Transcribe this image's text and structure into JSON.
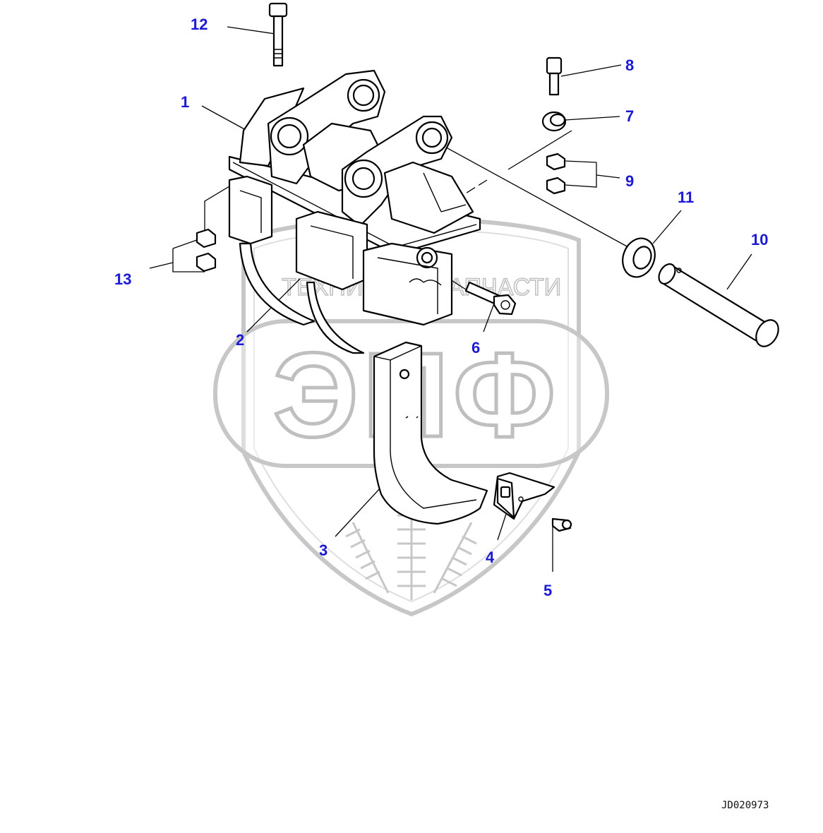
{
  "watermark": {
    "top_left": "ТЕХНИКА",
    "top_right": "ЗАПЧАСТИ",
    "logo": "ЭПФ"
  },
  "callouts": [
    {
      "id": "1",
      "label": "1"
    },
    {
      "id": "2",
      "label": "2"
    },
    {
      "id": "3",
      "label": "3"
    },
    {
      "id": "4",
      "label": "4"
    },
    {
      "id": "5",
      "label": "5"
    },
    {
      "id": "6",
      "label": "6"
    },
    {
      "id": "7",
      "label": "7"
    },
    {
      "id": "8",
      "label": "8"
    },
    {
      "id": "9",
      "label": "9"
    },
    {
      "id": "10",
      "label": "10"
    },
    {
      "id": "11",
      "label": "11"
    },
    {
      "id": "12",
      "label": "12"
    },
    {
      "id": "13",
      "label": "13"
    }
  ],
  "drawing_code": "JD020973",
  "colors": {
    "callout_text": "#1a1ad6",
    "watermark_gray": "#b5b5b5",
    "line": "#000000"
  }
}
